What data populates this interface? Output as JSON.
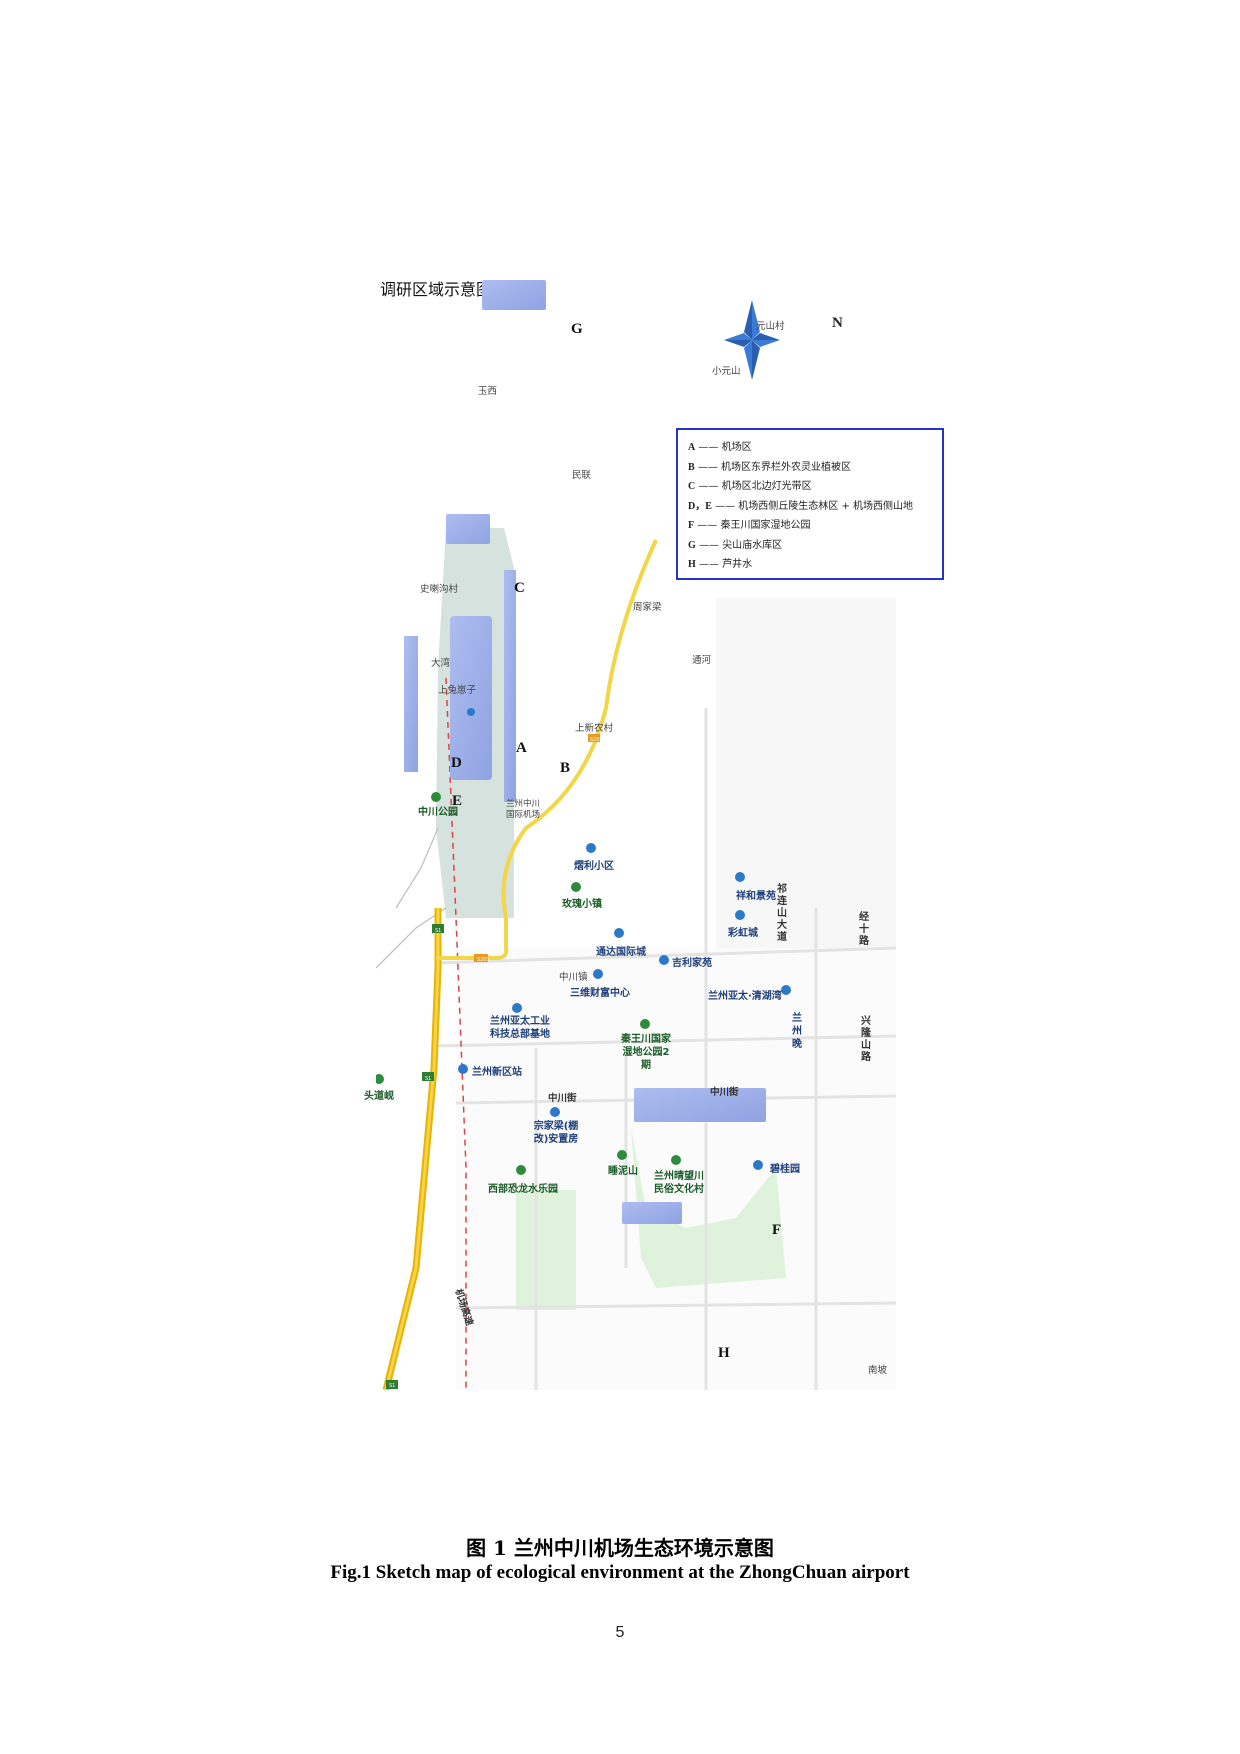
{
  "map_title": "调研区域示意图",
  "compass": "N",
  "legend": [
    {
      "letter": "A",
      "text": "—— 机场区"
    },
    {
      "letter": "B",
      "text": "—— 机场区东界栏外农灵业植被区"
    },
    {
      "letter": "C",
      "text": "—— 机场区北边灯光带区"
    },
    {
      "letter": "D，E",
      "text": "—— 机场西侧丘陵生态林区 + 机场西侧山地"
    },
    {
      "letter": "F",
      "text": "—— 秦王川国家湿地公园"
    },
    {
      "letter": "G",
      "text": "—— 尖山庙水库区"
    },
    {
      "letter": "H",
      "text": "—— 芦井水"
    }
  ],
  "zones": {
    "A": "A",
    "B": "B",
    "C": "C",
    "D": "D",
    "E": "E",
    "F": "F",
    "G": "G",
    "H": "H"
  },
  "places": {
    "yuanshancun": "元山村",
    "xiaoyuanshan": "小元山",
    "yuxi": "玉西",
    "minlian": "民联",
    "shilagoucun": "史喇沟村",
    "zhoujialiang": "周家梁",
    "dawan": "大湾",
    "shangtuzaizi": "上兔崽子",
    "tonghe": "通河",
    "shangxinnongcun": "上新农村",
    "airport": "兰州中川国际机场",
    "zhongchuanzhen": "中川镇",
    "zhongchuanjie1": "中川街",
    "zhongchuanjie2": "中川街",
    "nanpo": "南坡",
    "qilianshan_road": "祁连山大道",
    "jingshi_road": "经十路",
    "xinglongshan_road": "兴隆山路",
    "expressway": "机场高速",
    "s201_a": "S201",
    "s201_b": "S201",
    "s1_a": "S1",
    "s1_b": "S1",
    "s1_c": "S1"
  },
  "pois": {
    "zhongchuan_park": "中川公园",
    "yunli": "熠利小区",
    "meigui": "玫瑰小镇",
    "xianghe": "祥和景苑",
    "caihong": "彩虹城",
    "tongda": "通达国际城",
    "jili": "吉利家苑",
    "sanwei": "三维财富中心",
    "yatai_qinghu": "兰州亚太·清湖湾",
    "yatai_industry": "兰州亚太工业科技总部基地",
    "qinwangchuan": "秦王川国家湿地公园2期",
    "xinqu_station": "兰州新区站",
    "toudaoxian": "头道岘",
    "zongjialiang": "宗家梁(棚改)安置房",
    "xibu_konglong": "西部恐龙水乐园",
    "xiangnishan": "睡泥山",
    "qingwangchuan_village": "兰州晴望川民俗文化村",
    "biguiyuan": "碧桂园",
    "edge_poi": "兰州晚"
  },
  "caption_zh": "图 1  兰州中川机场生态环境示意图",
  "caption_en": "Fig.1 Sketch map of ecological environment at the ZhongChuan airport",
  "page_number": "5"
}
